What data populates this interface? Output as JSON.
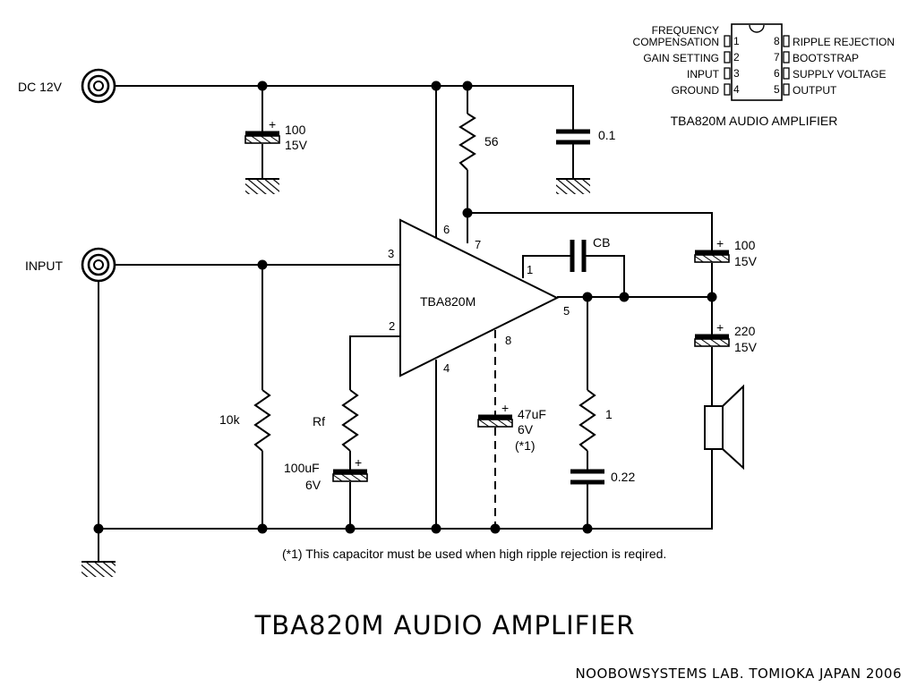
{
  "title": "TBA820M AUDIO AMPLIFIER",
  "credit": "NOOBOWSYSTEMS LAB. TOMIOKA JAPAN 2006",
  "note": "(*1) This capacitor must be used when high ripple rejection is reqired.",
  "connectors": {
    "dc": "DC 12V",
    "input": "INPUT"
  },
  "ic": {
    "name": "TBA820M",
    "pins": {
      "p1": "1",
      "p2": "2",
      "p3": "3",
      "p4": "4",
      "p5": "5",
      "p6": "6",
      "p7": "7",
      "p8": "8"
    }
  },
  "components": {
    "c_supply": {
      "value": "100",
      "rating": "15V",
      "plus": "+"
    },
    "c_decouple": {
      "value": "0.1"
    },
    "r_56": {
      "value": "56"
    },
    "c_cb": {
      "value": "CB"
    },
    "c_boot": {
      "value": "100",
      "rating": "15V",
      "plus": "+"
    },
    "c_out": {
      "value": "220",
      "rating": "15V",
      "plus": "+"
    },
    "r_10k": {
      "value": "10k"
    },
    "r_rf": {
      "value": "Rf"
    },
    "c_gain": {
      "value": "100uF",
      "rating": "6V",
      "plus": "+"
    },
    "c_ripple": {
      "value": "47uF",
      "rating": "6V",
      "note": "(*1)",
      "plus": "+"
    },
    "r_1": {
      "value": "1"
    },
    "c_022": {
      "value": "0.22"
    }
  },
  "pinout": {
    "title": "TBA820M AUDIO AMPLIFIER",
    "left": [
      {
        "num": "1",
        "line1": "FREQUENCY",
        "line2": "COMPENSATION"
      },
      {
        "num": "2",
        "line1": "GAIN SETTING"
      },
      {
        "num": "3",
        "line1": "INPUT"
      },
      {
        "num": "4",
        "line1": "GROUND"
      }
    ],
    "right": [
      {
        "num": "8",
        "label": "RIPPLE REJECTION"
      },
      {
        "num": "7",
        "label": "BOOTSTRAP"
      },
      {
        "num": "6",
        "label": "SUPPLY VOLTAGE"
      },
      {
        "num": "5",
        "label": "OUTPUT"
      }
    ]
  }
}
